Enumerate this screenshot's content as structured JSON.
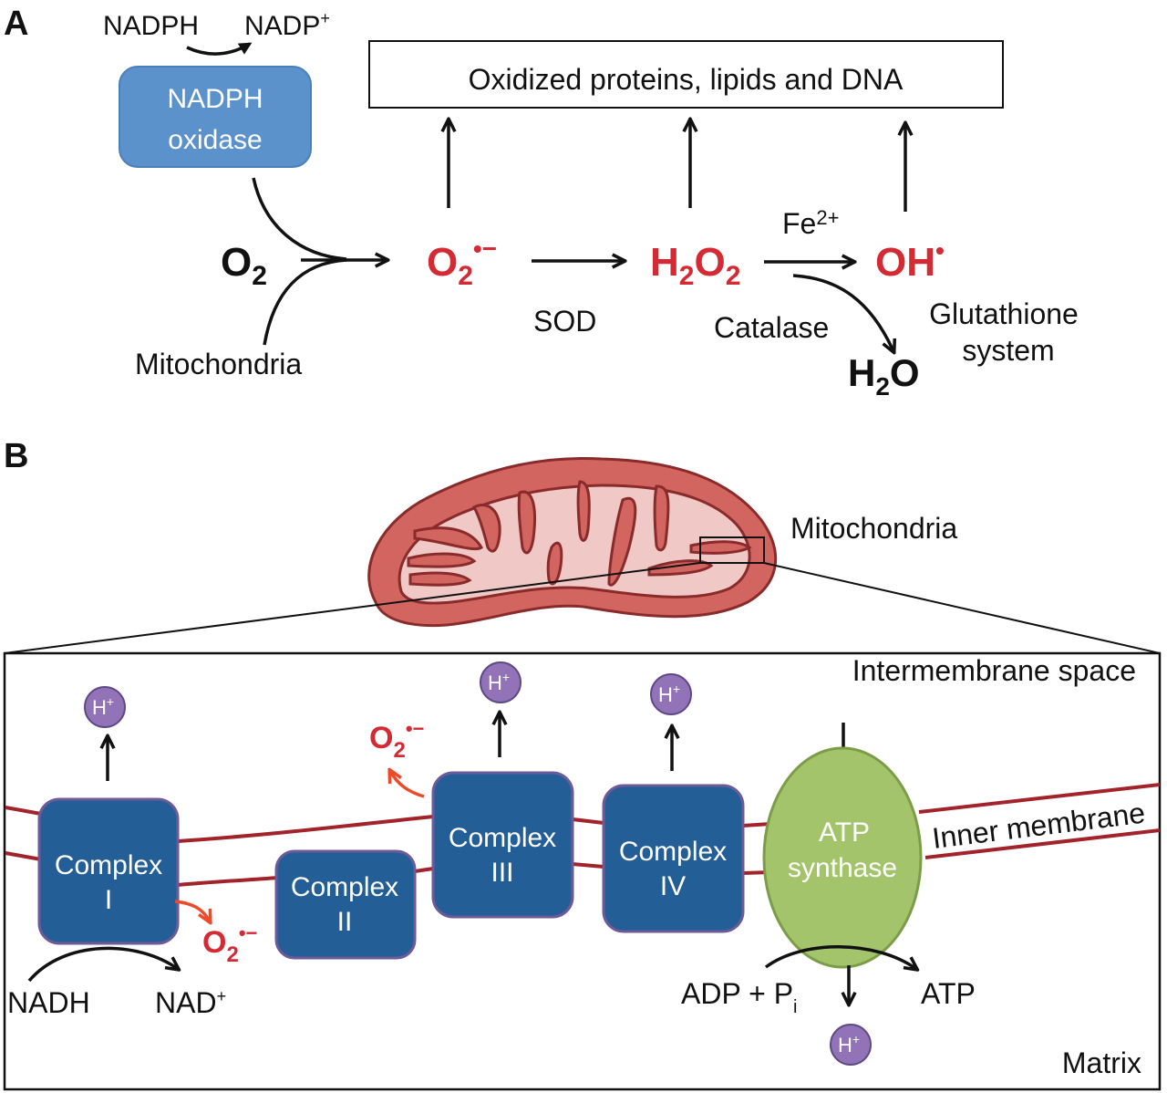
{
  "panel_a": {
    "label": "A",
    "nadph": "NADPH",
    "nadp_plus": "NADP",
    "nadp_plus_sup": "+",
    "nadph_oxidase_line1": "NADPH",
    "nadph_oxidase_line2": "oxidase",
    "damage_box": "Oxidized proteins, lipids and DNA",
    "o2_main": "O",
    "o2_sub": "2",
    "mitochondria": "Mitochondria",
    "superoxide_main": "O",
    "superoxide_sub": "2",
    "superoxide_sup": "•−",
    "sod": "SOD",
    "h2o2_h": "H",
    "h2o2_sub1": "2",
    "h2o2_o": "O",
    "h2o2_sub2": "2",
    "fe_main": "Fe",
    "fe_sup": "2+",
    "oh_main": "OH",
    "oh_sup": "•",
    "catalase": "Catalase",
    "glutathione_line1": "Glutathione",
    "glutathione_line2": "system",
    "h2o_h": "H",
    "h2o_sub": "2",
    "h2o_o": "O"
  },
  "panel_b": {
    "label": "B",
    "mitochondria": "Mitochondria",
    "intermembrane_space": "Intermembrane space",
    "inner_membrane": "Inner membrane",
    "matrix": "Matrix",
    "complexes": [
      {
        "line1": "Complex",
        "line2": "I"
      },
      {
        "line1": "Complex",
        "line2": "II"
      },
      {
        "line1": "Complex",
        "line2": "III"
      },
      {
        "line1": "Complex",
        "line2": "IV"
      }
    ],
    "atp_synthase_line1": "ATP",
    "atp_synthase_line2": "synthase",
    "proton": "H",
    "proton_sup": "+",
    "superoxide_main": "O",
    "superoxide_sub": "2",
    "superoxide_sup": "•−",
    "nadh": "NADH",
    "nad_plus": "NAD",
    "nad_plus_sup": "+",
    "adp_pi": "ADP + P",
    "pi_sub": "i",
    "atp": "ATP"
  },
  "colors": {
    "ros_red": "#d42a33",
    "nadph_oxidase_blue": "#5b92cc",
    "complex_blue": "#245e97",
    "complex_border": "#6d5a9a",
    "atp_synthase_green": "#a3c46b",
    "proton_purple": "#9373b8",
    "membrane_red": "#a3232b",
    "mito_outer": "#d2655f",
    "mito_inner": "#f0c8c6",
    "orange_arrow": "#ee4a2a"
  }
}
